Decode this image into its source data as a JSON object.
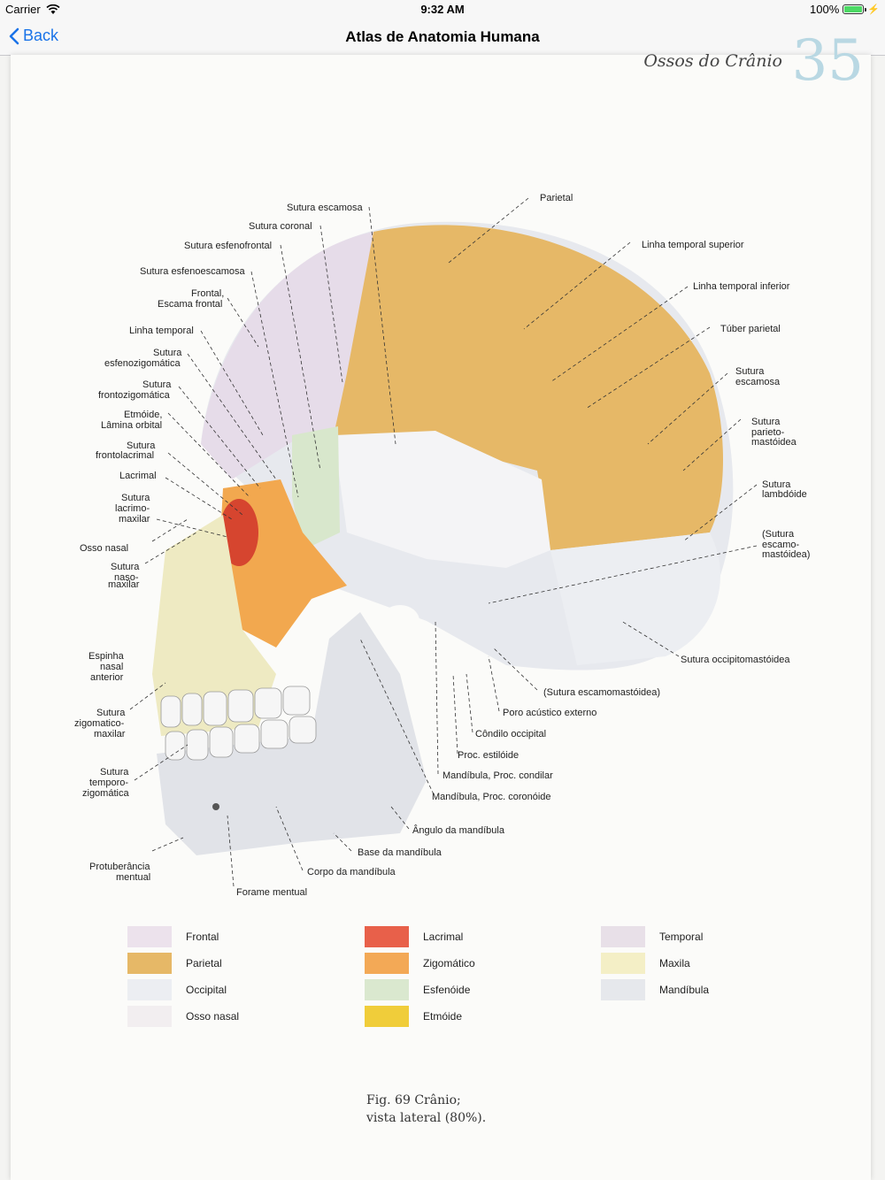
{
  "status": {
    "carrier": "Carrier",
    "time": "9:32 AM",
    "battery": "100%"
  },
  "nav": {
    "back_label": "Back",
    "title": "Atlas de Anatomia Humana"
  },
  "page": {
    "header": "Ossos do Crânio",
    "number": "35",
    "labels_left": [
      "Sutura escamosa",
      "Sutura coronal",
      "Sutura esfenofrontal",
      "Sutura esfenoescamosa",
      "Frontal,",
      "Escama frontal",
      "Linha temporal",
      "Sutura",
      "esfenozigomática",
      "Sutura",
      "frontozigomática",
      "Etmóide,",
      "Lâmina orbital",
      "Sutura",
      "frontolacrimal",
      "Lacrimal",
      "Sutura",
      "lacrimo-",
      "maxilar",
      "Osso nasal",
      "Sutura",
      "naso-",
      "maxilar",
      "Espinha",
      "nasal",
      "anterior",
      "Sutura",
      "zigomatico-",
      "maxilar",
      "Sutura",
      "temporo-",
      "zigomática",
      "Protuberância",
      "mentual",
      "Forame mentual"
    ],
    "labels_right": [
      "Parietal",
      "Linha temporal superior",
      "Linha temporal inferior",
      "Túber parietal",
      "Sutura",
      "escamosa",
      "Sutura",
      "parieto-",
      "mastóidea",
      "Sutura",
      "lambdóide",
      "(Sutura",
      "escamo-",
      "mastóidea)",
      "Sutura occipitomastóidea",
      "(Sutura escamomastóidea)",
      "Poro acústico externo",
      "Côndilo occipital",
      "Proc. estilóide",
      "Mandíbula, Proc. condilar",
      "Mandíbula, Proc. coronóide",
      "Ângulo da mandíbula",
      "Base da mandíbula",
      "Corpo da mandíbula"
    ],
    "legend": [
      {
        "label": "Frontal",
        "color": "#ece2ec"
      },
      {
        "label": "Parietal",
        "color": "#e6b867"
      },
      {
        "label": "Occipital",
        "color": "#eceef2"
      },
      {
        "label": "Osso nasal",
        "color": "#f2eef0"
      },
      {
        "label": "Lacrimal",
        "color": "#e8604a"
      },
      {
        "label": "Zigomático",
        "color": "#f3a956"
      },
      {
        "label": "Esfenóide",
        "color": "#dae8cf"
      },
      {
        "label": "Etmóide",
        "color": "#f0cd3a"
      },
      {
        "label": "Temporal",
        "color": "#e8e0e8"
      },
      {
        "label": "Maxila",
        "color": "#f4efc6"
      },
      {
        "label": "Mandíbula",
        "color": "#e6e8ec"
      }
    ],
    "caption_line1": "Fig. 69   Crânio;",
    "caption_line2": "vista lateral (80%)."
  }
}
